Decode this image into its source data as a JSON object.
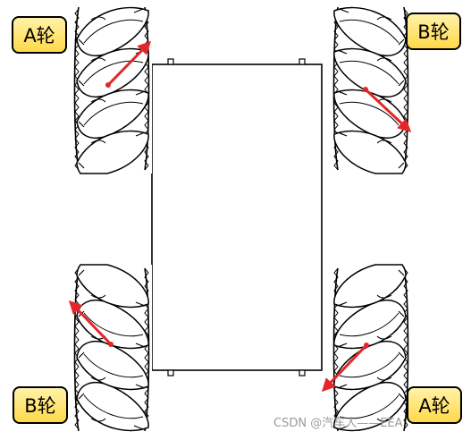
{
  "labels": {
    "front_left": "A轮",
    "front_right": "B轮",
    "rear_left": "B轮",
    "rear_right": "A轮"
  },
  "watermark": "CSDN @汽车人——EEA",
  "colors": {
    "arrow": "#e3262a",
    "outline": "#000000",
    "label_fill_top": "#fff2a8",
    "label_fill_bottom": "#ffd94a",
    "watermark": "#9a9a9a"
  },
  "icons": {
    "wheel": "mecanum-wheel-icon",
    "arrow": "roller-force-arrow"
  }
}
